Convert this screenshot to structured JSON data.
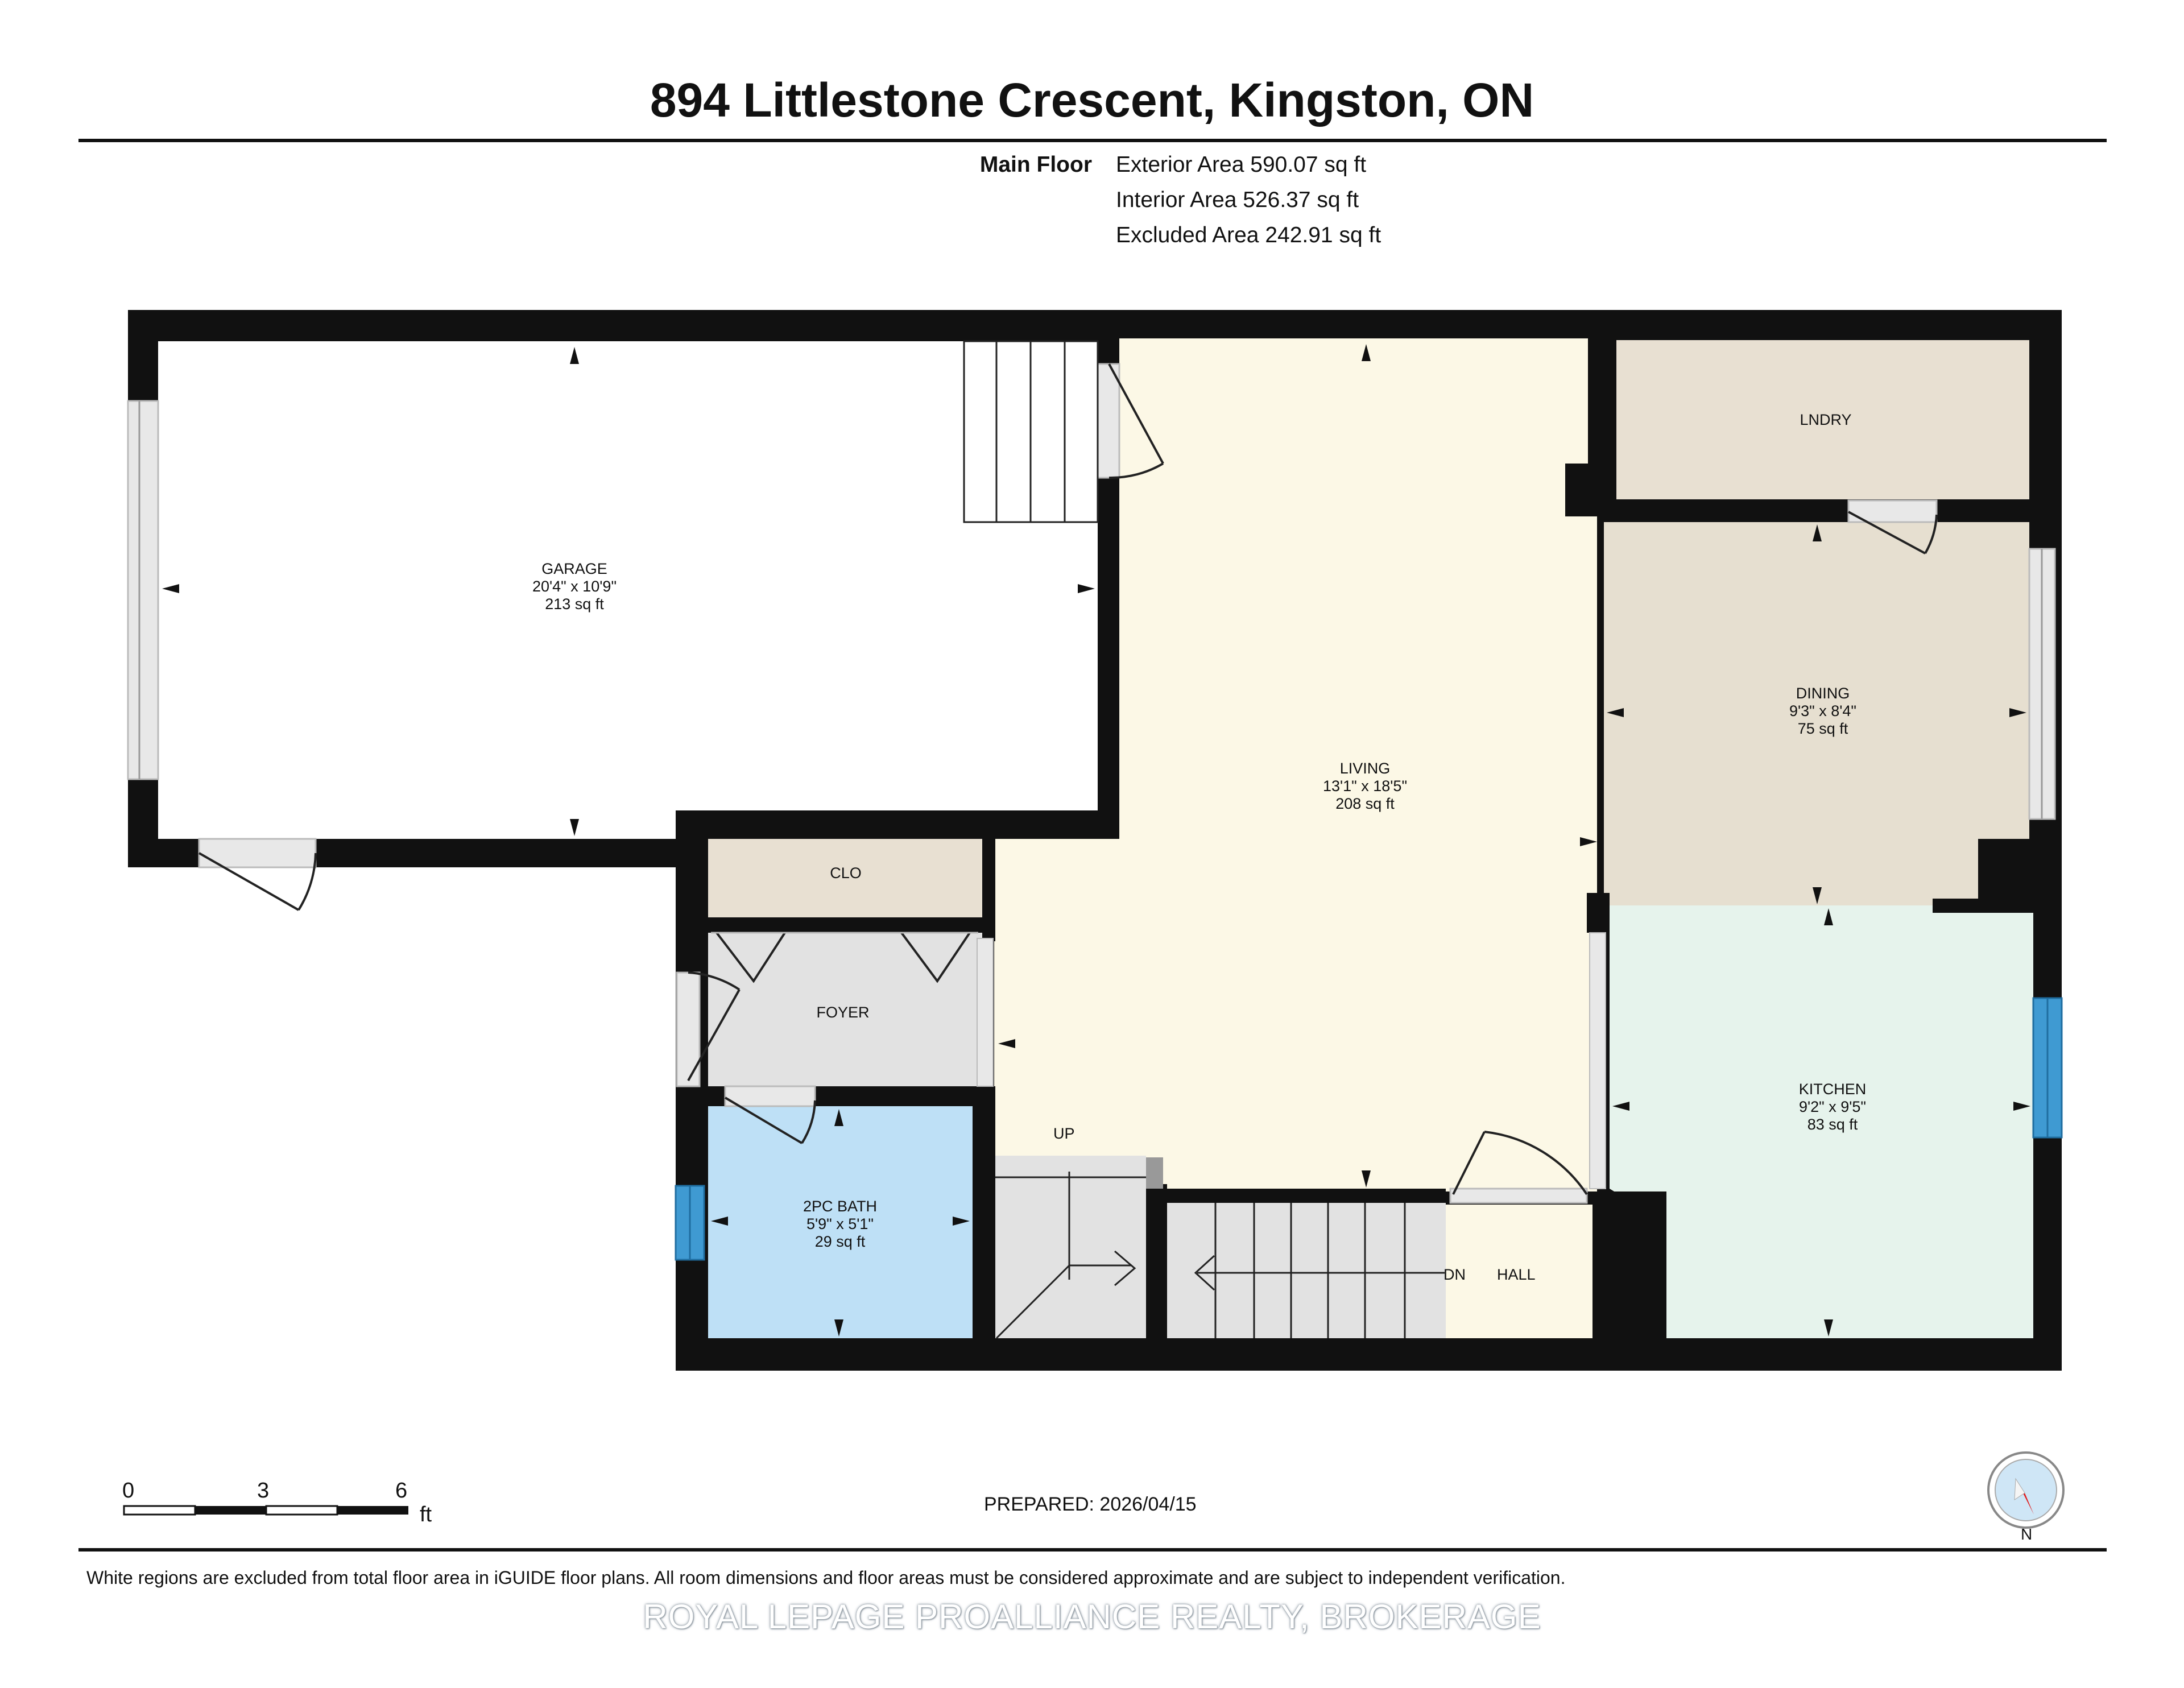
{
  "title": "894 Littlestone Crescent, Kingston, ON",
  "areas": {
    "floor": "Main Floor",
    "exterior": "Exterior Area 590.07 sq ft",
    "interior": "Interior Area 526.37 sq ft",
    "excluded": "Excluded Area 242.91 sq ft"
  },
  "rooms": {
    "garage": {
      "name": "GARAGE",
      "dims": "20'4\" x 10'9\"",
      "area": "213 sq ft"
    },
    "living": {
      "name": "LIVING",
      "dims": "13'1\" x 18'5\"",
      "area": "208 sq ft"
    },
    "lndry": {
      "name": "LNDRY"
    },
    "dining": {
      "name": "DINING",
      "dims": "9'3\" x 8'4\"",
      "area": "75 sq ft"
    },
    "clo": {
      "name": "CLO"
    },
    "foyer": {
      "name": "FOYER"
    },
    "kitchen": {
      "name": "KITCHEN",
      "dims": "9'2\" x 9'5\"",
      "area": "83 sq ft"
    },
    "bath": {
      "name": "2PC BATH",
      "dims": "5'9\" x 5'1\"",
      "area": "29 sq ft"
    },
    "hall": {
      "name": "HALL"
    },
    "stairs_up": "UP",
    "stairs_down": "DN"
  },
  "scale": {
    "ticks": [
      "0",
      "3",
      "6"
    ],
    "unit": "ft"
  },
  "prepared": "PREPARED: 2026/04/15",
  "compass_label": "N",
  "disclaimer": "White regions are excluded from total floor area in iGUIDE floor plans. All room dimensions and floor areas must be considered approximate and are subject to independent verification.",
  "brand": "ROYAL LEPAGE PROALLIANCE REALTY, BROKERAGE",
  "colors": {
    "wall": "#111111",
    "garage": "#ffffff",
    "living": "#fcf8e6",
    "laundry": "#e8e0d2",
    "dining": "#e6dfd0",
    "closet": "#e8e0d2",
    "foyer": "#e2e2e2",
    "kitchen": "#e6f3ec",
    "bath": "#bee0f6",
    "hall": "#fcf8e6",
    "window_blue": "#3f9ad2"
  }
}
